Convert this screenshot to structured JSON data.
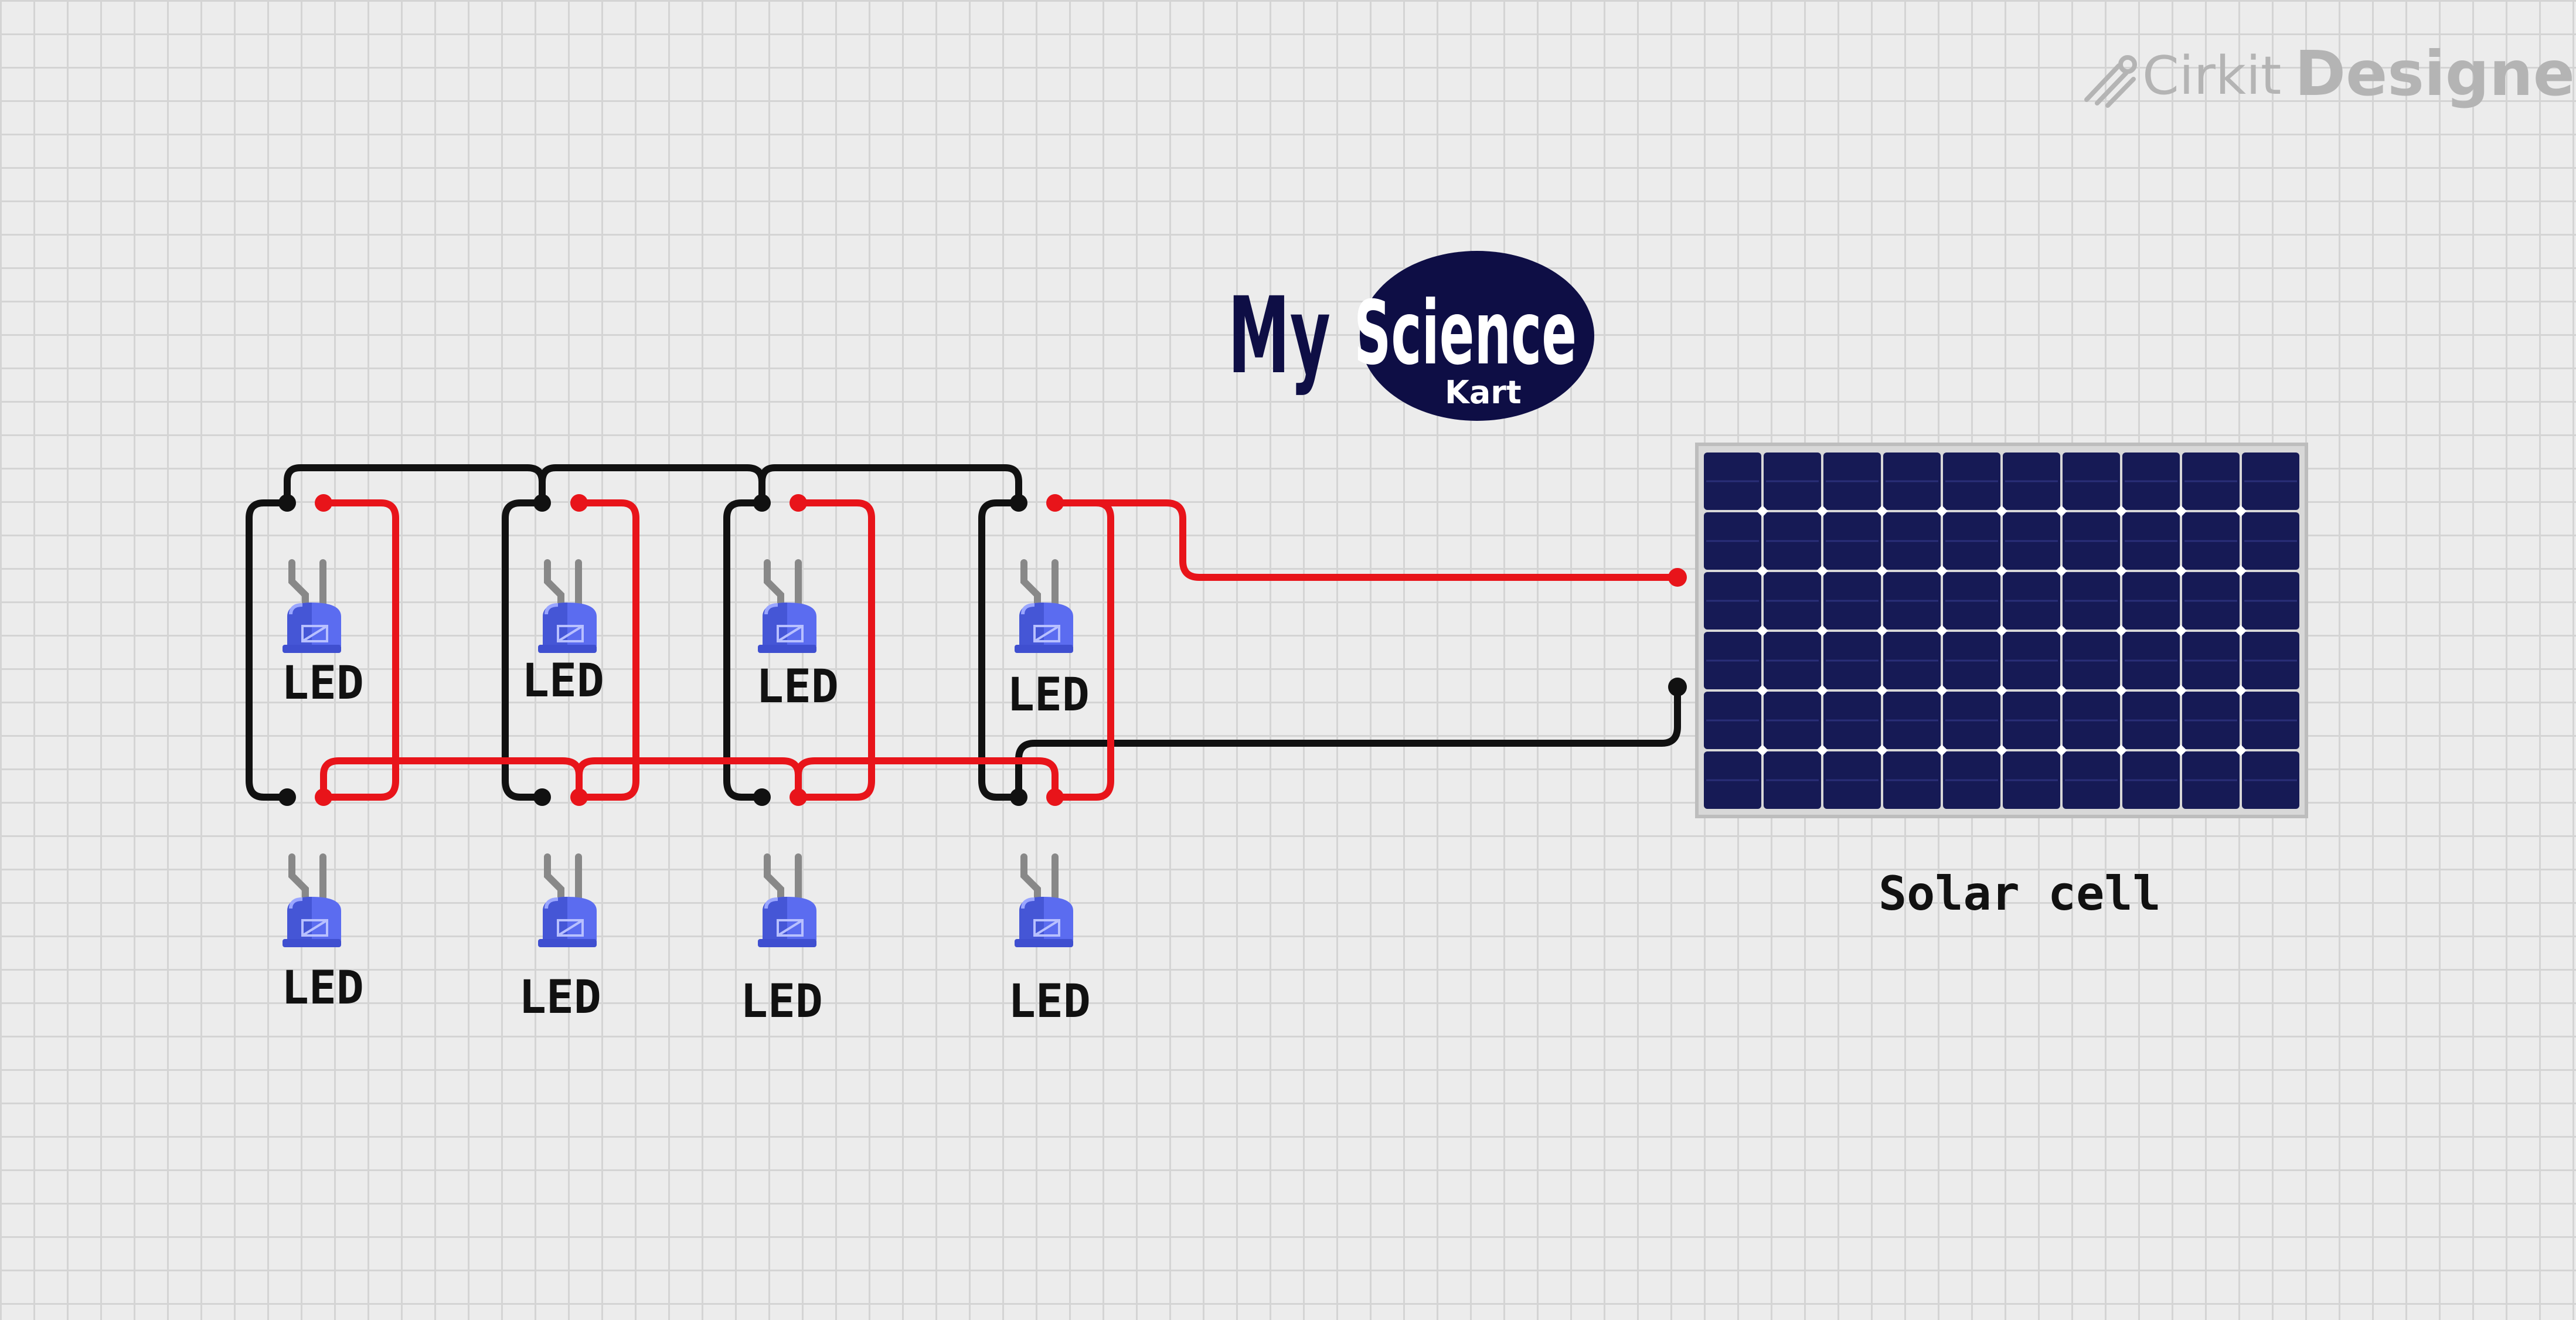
{
  "branding": {
    "cirkit": "Cirkit",
    "designer": "Designer"
  },
  "logo": {
    "my": "My",
    "science": "Science",
    "kart": "Kart",
    "color": "#0e0e45"
  },
  "components": {
    "led_labels": [
      "LED",
      "LED",
      "LED",
      "LED",
      "LED",
      "LED",
      "LED",
      "LED"
    ],
    "solar_label": "Solar cell"
  },
  "colors": {
    "positive_wire": "#e8141a",
    "negative_wire": "#111111",
    "led_body": "#5b6cf0",
    "panel_cells": "#161a55"
  }
}
